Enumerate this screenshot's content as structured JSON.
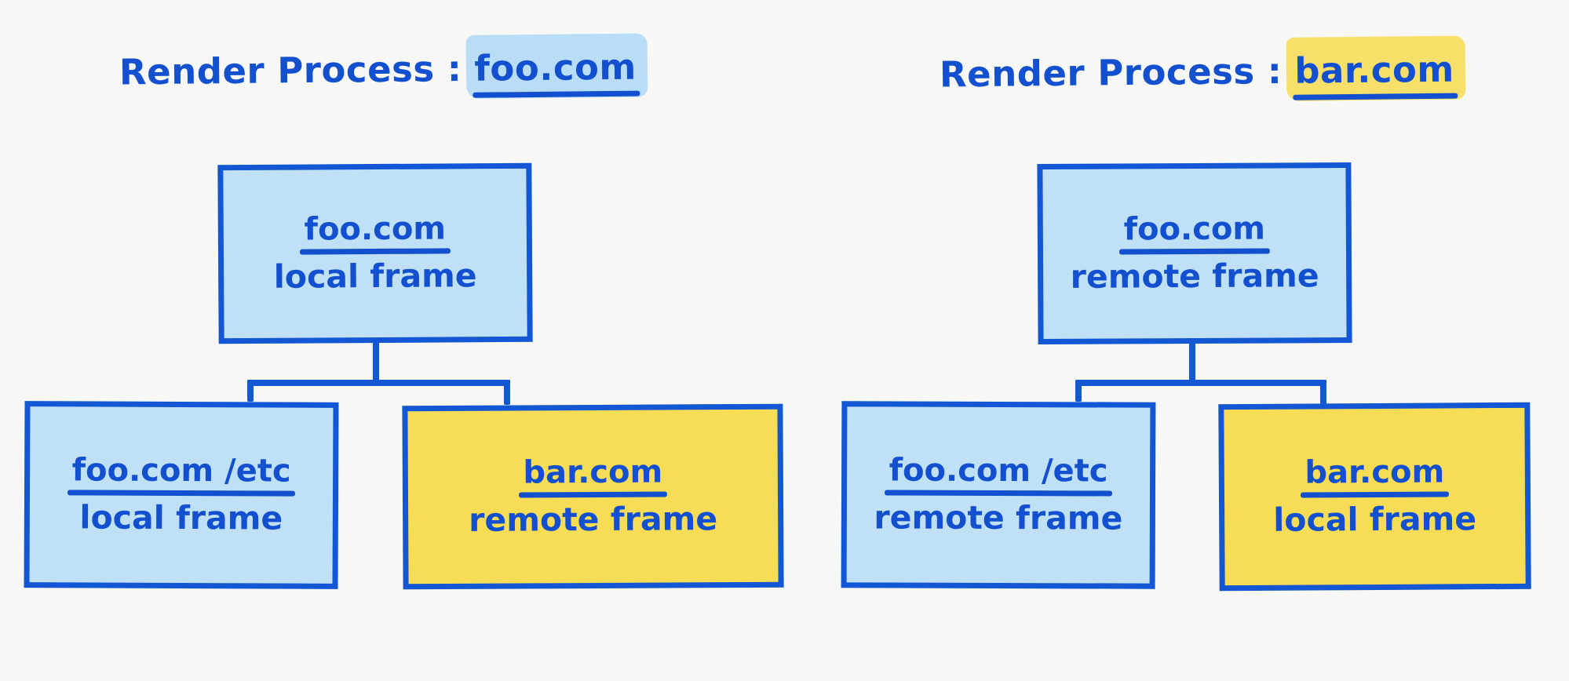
{
  "colors": {
    "background": "#f7f7f5",
    "stroke_blue": "#1357d4",
    "text_blue": "#1350cf",
    "fill_light_blue": "#bfe0f5",
    "fill_yellow": "#f7dd56",
    "highlight_blue": "#b9ddf7",
    "highlight_yellow": "#f6e06a"
  },
  "diagrams": [
    {
      "id": "left",
      "title": {
        "lead": "Render Process :",
        "host": "foo.com",
        "highlight": "blue"
      },
      "root": {
        "host": "foo.com",
        "kind": "local frame",
        "fill": "blue"
      },
      "children": [
        {
          "host": "foo.com /etc",
          "kind": "local frame",
          "fill": "blue"
        },
        {
          "host": "bar.com",
          "kind": "remote frame",
          "fill": "yellow"
        }
      ]
    },
    {
      "id": "right",
      "title": {
        "lead": "Render Process :",
        "host": "bar.com",
        "highlight": "yellow"
      },
      "root": {
        "host": "foo.com",
        "kind": "remote frame",
        "fill": "blue"
      },
      "children": [
        {
          "host": "foo.com /etc",
          "kind": "remote frame",
          "fill": "blue"
        },
        {
          "host": "bar.com",
          "kind": "local frame",
          "fill": "yellow"
        }
      ]
    }
  ]
}
